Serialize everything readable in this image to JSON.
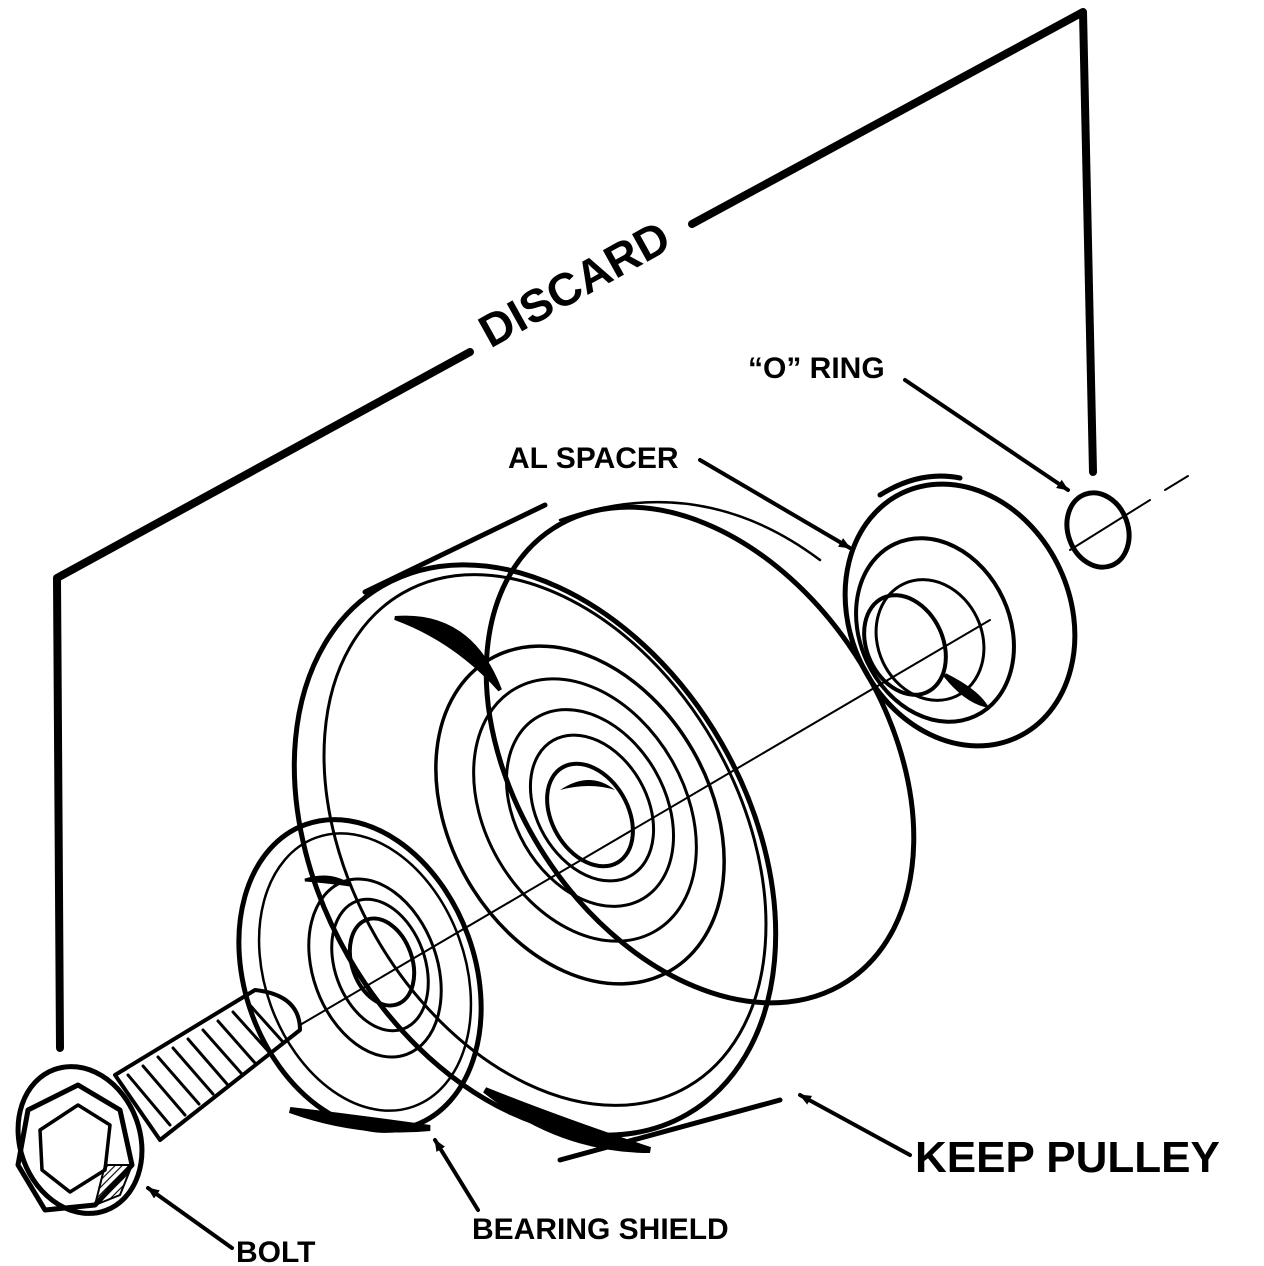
{
  "labels": {
    "discard": "DISCARD",
    "o_ring": "“O” RING",
    "al_spacer": "AL SPACER",
    "keep_pulley": "KEEP PULLEY",
    "bearing_shield": "BEARING SHIELD",
    "bolt": "BOLT"
  },
  "colors": {
    "ink": "#000000",
    "background": "#ffffff"
  }
}
